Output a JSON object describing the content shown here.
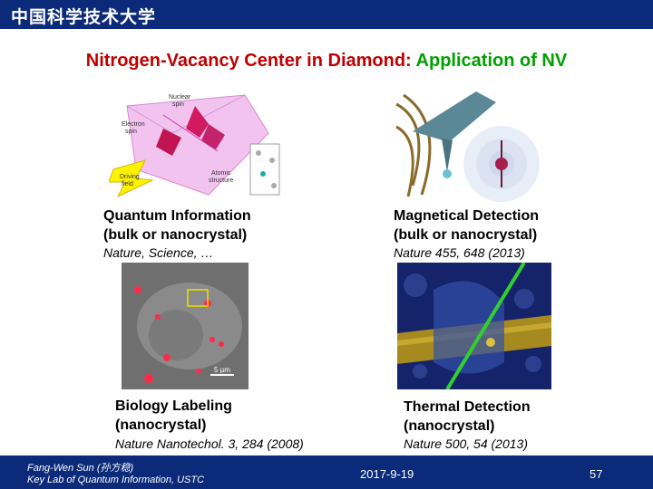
{
  "header": {
    "logo_text": "中国科学技术大学"
  },
  "title": {
    "part1": "Nitrogen-Vacancy Center in Diamond: ",
    "part2": "Application of NV"
  },
  "panels": {
    "quantum": {
      "caption_line1": "Quantum Information",
      "caption_line2": "(bulk or nanocrystal)",
      "reference": "Nature, Science, …",
      "figure_labels": {
        "nuclear": "Nuclear",
        "spin1": "spin",
        "electron": "Electron",
        "spin2": "spin",
        "driving": "Driving",
        "field": "field",
        "atomic": "Atomic",
        "structure": "structure"
      }
    },
    "magnetic": {
      "caption_line1": "Magnetical Detection",
      "caption_line2": "(bulk or nanocrystal)",
      "reference": "Nature 455, 648 (2013)"
    },
    "biology": {
      "caption_line1": "Biology Labeling",
      "caption_line2": "(nanocrystal)",
      "reference": "Nature Nanotechol. 3, 284 (2008)",
      "scale_label": "5 µm"
    },
    "thermal": {
      "caption_line1": "Thermal Detection",
      "caption_line2": "(nanocrystal)",
      "reference": "Nature 500, 54 (2013)"
    }
  },
  "footer": {
    "author": "Fang-Wen Sun (孙方稳)",
    "affiliation": "Key Lab of Quantum Information, USTC",
    "date": "2017-9-19",
    "page_number": "57"
  },
  "colors": {
    "bar": "#0b2a7a",
    "title_red": "#c00000",
    "title_green": "#00a000"
  }
}
